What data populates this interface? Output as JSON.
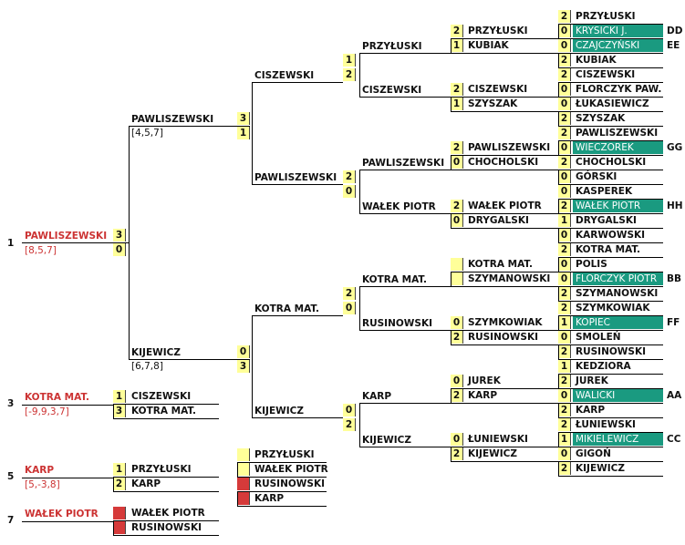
{
  "r1": [
    {
      "score": "2",
      "name": "PRZYŁUSKI",
      "green": false,
      "tag": ""
    },
    {
      "score": "0",
      "name": "KRYSICKI J.",
      "green": true,
      "tag": "DD"
    },
    {
      "score": "0",
      "name": "CZAJCZYŃSKI",
      "green": true,
      "tag": "EE"
    },
    {
      "score": "2",
      "name": "KUBIAK",
      "green": false,
      "tag": ""
    },
    {
      "score": "2",
      "name": "CISZEWSKI",
      "green": false,
      "tag": ""
    },
    {
      "score": "0",
      "name": "FLORCZYK PAW.",
      "green": false,
      "tag": ""
    },
    {
      "score": "0",
      "name": "ŁUKASIEWICZ",
      "green": false,
      "tag": ""
    },
    {
      "score": "2",
      "name": "SZYSZAK",
      "green": false,
      "tag": ""
    },
    {
      "score": "2",
      "name": "PAWLISZEWSKI",
      "green": false,
      "tag": ""
    },
    {
      "score": "0",
      "name": "WIECZOREK",
      "green": true,
      "tag": "GG"
    },
    {
      "score": "2",
      "name": "CHOCHOLSKI",
      "green": false,
      "tag": ""
    },
    {
      "score": "0",
      "name": "GÓRSKI",
      "green": false,
      "tag": ""
    },
    {
      "score": "0",
      "name": "KASPEREK",
      "green": false,
      "tag": ""
    },
    {
      "score": "2",
      "name": "WAŁEK PIOTR",
      "green": true,
      "tag": "HH"
    },
    {
      "score": "1",
      "name": "DRYGALSKI",
      "green": false,
      "tag": ""
    },
    {
      "score": "0",
      "name": "KARWOWSKI",
      "green": false,
      "tag": ""
    },
    {
      "score": "2",
      "name": "KOTRA MAT.",
      "green": false,
      "tag": ""
    },
    {
      "score": "0",
      "name": "POLIS",
      "green": false,
      "tag": ""
    },
    {
      "score": "0",
      "name": "FLORCZYK PIOTR",
      "green": true,
      "tag": "BB"
    },
    {
      "score": "2",
      "name": "SZYMANOWSKI",
      "green": false,
      "tag": ""
    },
    {
      "score": "2",
      "name": "SZYMKOWIAK",
      "green": false,
      "tag": ""
    },
    {
      "score": "1",
      "name": "KOPIEC",
      "green": true,
      "tag": "FF"
    },
    {
      "score": "0",
      "name": "SMOLEŃ",
      "green": false,
      "tag": ""
    },
    {
      "score": "2",
      "name": "RUSINOWSKI",
      "green": false,
      "tag": ""
    },
    {
      "score": "1",
      "name": "KEDZIORA",
      "green": false,
      "tag": ""
    },
    {
      "score": "2",
      "name": "JUREK",
      "green": false,
      "tag": ""
    },
    {
      "score": "0",
      "name": "WALICKI",
      "green": true,
      "tag": "AA"
    },
    {
      "score": "2",
      "name": "KARP",
      "green": false,
      "tag": ""
    },
    {
      "score": "2",
      "name": "ŁUNIEWSKI",
      "green": false,
      "tag": ""
    },
    {
      "score": "1",
      "name": "MIKIELEWICZ",
      "green": true,
      "tag": "CC"
    },
    {
      "score": "0",
      "name": "GIGOŃ",
      "green": false,
      "tag": ""
    },
    {
      "score": "2",
      "name": "KIJEWICZ",
      "green": false,
      "tag": ""
    }
  ],
  "r2": [
    {
      "score": "2",
      "name": "PRZYŁUSKI"
    },
    {
      "score": "1",
      "name": "KUBIAK"
    },
    {
      "score": "2",
      "name": "CISZEWSKI"
    },
    {
      "score": "1",
      "name": "SZYSZAK"
    },
    {
      "score": "2",
      "name": "PAWLISZEWSKI"
    },
    {
      "score": "0",
      "name": "CHOCHOLSKI"
    },
    {
      "score": "2",
      "name": "WAŁEK PIOTR"
    },
    {
      "score": "0",
      "name": "DRYGALSKI"
    },
    {
      "score": "",
      "name": "KOTRA MAT."
    },
    {
      "score": "",
      "name": "SZYMANOWSKI"
    },
    {
      "score": "0",
      "name": "SZYMKOWIAK"
    },
    {
      "score": "2",
      "name": "RUSINOWSKI"
    },
    {
      "score": "0",
      "name": "JUREK"
    },
    {
      "score": "2",
      "name": "KARP"
    },
    {
      "score": "0",
      "name": "ŁUNIEWSKI"
    },
    {
      "score": "2",
      "name": "KIJEWICZ"
    }
  ],
  "r3": [
    {
      "score": "1",
      "name": "PRZYŁUSKI"
    },
    {
      "score": "2",
      "name": "CISZEWSKI"
    },
    {
      "score": "2",
      "name": "PAWLISZEWSKI"
    },
    {
      "score": "0",
      "name": "WAŁEK PIOTR"
    },
    {
      "score": "2",
      "name": "KOTRA MAT."
    },
    {
      "score": "0",
      "name": "RUSINOWSKI"
    },
    {
      "score": "0",
      "name": "KARP"
    },
    {
      "score": "2",
      "name": "KIJEWICZ"
    }
  ],
  "r4": [
    {
      "score": "3",
      "name": "CISZEWSKI"
    },
    {
      "score": "1",
      "name": "PAWLISZEWSKI"
    },
    {
      "score": "0",
      "name": "KOTRA MAT."
    },
    {
      "score": "3",
      "name": "KIJEWICZ"
    }
  ],
  "r5": [
    {
      "score": "3",
      "name": "PAWLISZEWSKI",
      "sets": "[4,5,7]"
    },
    {
      "score": "0",
      "name": "KIJEWICZ",
      "sets": "[6,7,8]"
    }
  ],
  "champion": {
    "place": "1",
    "name": "PAWLISZEWSKI",
    "sets": "[8,5,7]"
  },
  "third": {
    "place": "3",
    "name": "KOTRA MAT.",
    "sets": "[-9,9,3,7]",
    "rows": [
      {
        "score": "1",
        "name": "CISZEWSKI"
      },
      {
        "score": "3",
        "name": "KOTRA MAT."
      }
    ]
  },
  "fifth": {
    "place": "5",
    "name": "KARP",
    "sets": "[5,-3,8]",
    "rows": [
      {
        "score": "1",
        "name": "PRZYŁUSKI"
      },
      {
        "score": "2",
        "name": "KARP"
      }
    ]
  },
  "seventh": {
    "place": "7",
    "name": "WAŁEK PIOTR",
    "rows": [
      {
        "score": "",
        "name": "WAŁEK PIOTR"
      },
      {
        "score": "",
        "name": "RUSINOWSKI"
      }
    ]
  },
  "fifth_semis": [
    {
      "rows": [
        {
          "score": "",
          "name": "PRZYŁUSKI"
        },
        {
          "score": "",
          "name": "WAŁEK PIOTR"
        }
      ]
    },
    {
      "rows": [
        {
          "score": "",
          "name": "RUSINOWSKI"
        },
        {
          "score": "",
          "name": "KARP"
        }
      ]
    }
  ],
  "colors": {
    "score_box": "#ffff99",
    "loss_box": "#d63a3a",
    "highlight": "#1a9a80",
    "place_text": "#cc3333"
  }
}
